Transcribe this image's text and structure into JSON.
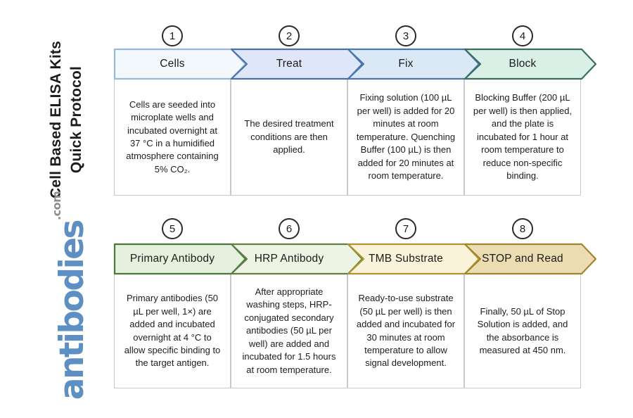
{
  "sidebar": {
    "title_line1": "Cell Based ELISA Kits",
    "title_line2": "Quick Protocol",
    "brand": "antibodies",
    "brand_suffix": ".com",
    "brand_color": "#5d8fc3",
    "brand_suffix_color": "#8d8d8d"
  },
  "steps": [
    {
      "number": "1",
      "label": "Cells",
      "description": "Cells are seeded into microplate wells and incubated overnight at 37 °C in a humidified atmosphere containing 5% CO₂.",
      "fill": "#f3f8fc",
      "border": "#9ab9d4"
    },
    {
      "number": "2",
      "label": "Treat",
      "description": "The desired treatment conditions are then applied.",
      "fill": "#dfe6f8",
      "border": "#4c70a8"
    },
    {
      "number": "3",
      "label": "Fix",
      "description": "Fixing solution (100 µL per well) is added for 20 minutes at room temperature. Quenching Buffer (100 µL) is then added for 20 minutes at room temperature.",
      "fill": "#dbe9f7",
      "border": "#4b77ad"
    },
    {
      "number": "4",
      "label": "Block",
      "description": "Blocking Buffer (200 µL per well) is then applied, and the plate is incubated for 1 hour at room temperature to reduce non-specific binding.",
      "fill": "#d9f0e6",
      "border": "#3b6d5f"
    },
    {
      "number": "5",
      "label": "Primary Antibody",
      "description": "Primary antibodies (50 µL per well, 1×) are added and incubated overnight at 4 °C to allow specific binding to the target antigen.",
      "fill": "#e5f1de",
      "border": "#49793f"
    },
    {
      "number": "6",
      "label": "HRP Antibody",
      "description": "After appropriate washing steps, HRP-conjugated secondary antibodies (50 µL per well) are added and incubated for 1.5 hours at room temperature.",
      "fill": "#edf4e3",
      "border": "#5c8044"
    },
    {
      "number": "7",
      "label": "TMB Substrate",
      "description": "Ready-to-use substrate (50 µL per well) is then added and incubated for 30 minutes at room temperature to allow signal development.",
      "fill": "#f9f4d9",
      "border": "#b29136"
    },
    {
      "number": "8",
      "label": "STOP and Read",
      "description": "Finally, 50 µL of Stop Solution is added, and the absorbance is measured at 450 nm.",
      "fill": "#ecdcb1",
      "border": "#a5842e"
    }
  ]
}
